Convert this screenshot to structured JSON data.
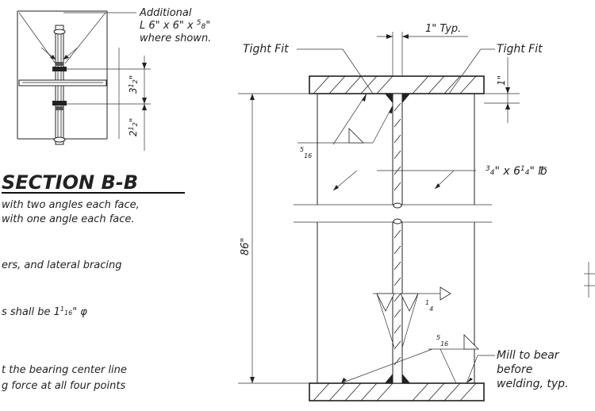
{
  "section_detail": {
    "callout_line1": "Additional",
    "callout_line2_prefix": "L 6\" x 6\" x ",
    "callout_frac_num": "5",
    "callout_frac_den": "8",
    "callout_line2_suffix": "\"",
    "callout_line3": "where shown.",
    "dim_upper_whole": "3",
    "dim_upper_num": "1",
    "dim_upper_den": "2",
    "dim_upper_unit": "\"",
    "dim_lower_whole": "2",
    "dim_lower_num": "1",
    "dim_lower_den": "2",
    "dim_lower_unit": "\""
  },
  "section_title": "SECTION B-B",
  "notes": [
    "with two angles each face,",
    "with one angle each face.",
    "ers, and lateral bracing",
    "s shall be 1",
    "t the bearing center line",
    "g force at all four points"
  ],
  "note_fraction": {
    "num": "1",
    "den": "16",
    "suffix": "\" φ"
  },
  "stiffener": {
    "typ_label": "1\" Typ.",
    "tight_fit_left": "Tight Fit",
    "tight_fit_right": "Tight Fit",
    "dim_top": "1\"",
    "height_dim": "86\"",
    "weld_top_num": "5",
    "weld_top_den": "16",
    "weld_mid_num": "1",
    "weld_mid_den": "4",
    "weld_bot_num": "5",
    "weld_bot_den": "16",
    "plate_prefix": "",
    "plate_frac_num": "3",
    "plate_frac_den": "4",
    "plate_mid": "\" x 6",
    "plate_frac2_num": "1",
    "plate_frac2_den": "4",
    "plate_suffix": "\" ℔",
    "mill_line1": "Mill to bear",
    "mill_line2": "before",
    "mill_line3": "welding, typ."
  }
}
